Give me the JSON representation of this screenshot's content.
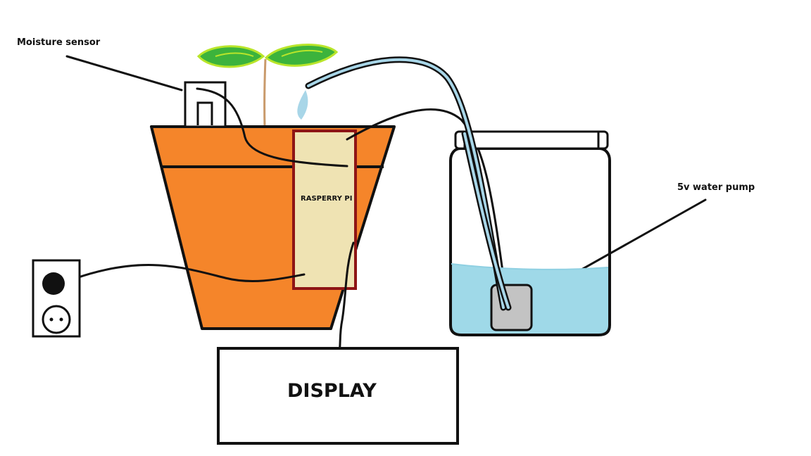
{
  "labels": {
    "moisture_sensor": "Moisture sensor",
    "water_pump": "5v water pump",
    "raspberry_pi": "RASPERRY PI",
    "display": "DISPLAY"
  },
  "colors": {
    "pot": "#f5852a",
    "raspberry_pi_board": "#efe3b3",
    "raspberry_pi_border": "#8e1515",
    "leaf": "#3cb33c",
    "leaf_outline": "#b9e52a",
    "stem": "#c99a6b",
    "water": "#9fd9e8",
    "tube": "#a8d6e8",
    "pump": "#c3c3c3",
    "outline": "#111111"
  },
  "icons": [
    "power-socket-icon",
    "plant-icon",
    "water-drop-icon"
  ]
}
